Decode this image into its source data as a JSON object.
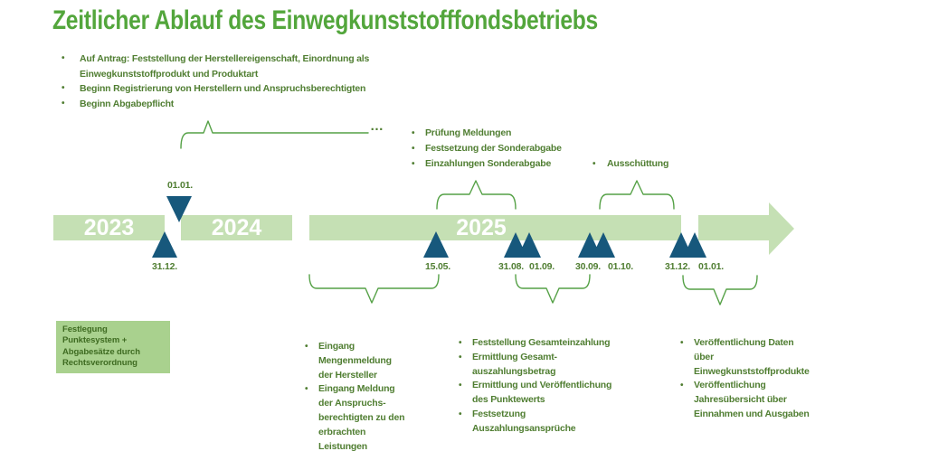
{
  "title": "Zeitlicher Ablauf des Einwegkunststofffondsbetriebs",
  "colors": {
    "title_green": "#53a63c",
    "text_green": "#507e32",
    "bar_green": "#c5e0b4",
    "box_green": "#a9d18e",
    "marker_blue": "#17587c",
    "brace_green": "#55a146",
    "year_text": "#ffffff"
  },
  "top_bullets": [
    "Auf Antrag: Feststellung der Herstellereigenschaft, Einordnung als\nEinwegkunststoffprodukt und Produktart",
    "Beginn Registrierung von Herstellern und Anspruchsberechtigten",
    "Beginn Abgabepflicht"
  ],
  "ellipsis": "…",
  "mid_bullets": [
    "Prüfung Meldungen",
    "Festsetzung der Sonderabgabe",
    "Einzahlungen Sonderabgabe"
  ],
  "payout_bullet": "Ausschüttung",
  "timeline": {
    "years": [
      "2023",
      "2024",
      "2025"
    ],
    "markers": {
      "jan1_2024": "01.01.",
      "dec31_2023": "31.12.",
      "may15": "15.05.",
      "aug31": "31.08.",
      "sep1": "01.09.",
      "sep30": "30.09.",
      "oct1": "01.10.",
      "dec31_2025": "31.12.",
      "jan1_2026": "01.01."
    }
  },
  "legal_box": "Festlegung\nPunktesystem +\nAbgabesätze durch\nRechtsverordnung",
  "bottom_columns": {
    "col1": [
      "Eingang\nMengenmeldung\nder Hersteller",
      "Eingang Meldung\nder Anspruchs-\nberechtigten zu den\nerbrachten\nLeistungen"
    ],
    "col2": [
      "Feststellung Gesamteinzahlung",
      "Ermittlung Gesamt-\nauszahlungsbetrag",
      "Ermittlung und Veröffentlichung\ndes Punktewerts",
      "Festsetzung\nAuszahlungsansprüche"
    ],
    "col3": [
      "Veröffentlichung Daten\nüber\nEinwegkunststoffprodukte",
      "Veröffentlichung\nJahresübersicht über\nEinnahmen und Ausgaben"
    ]
  }
}
